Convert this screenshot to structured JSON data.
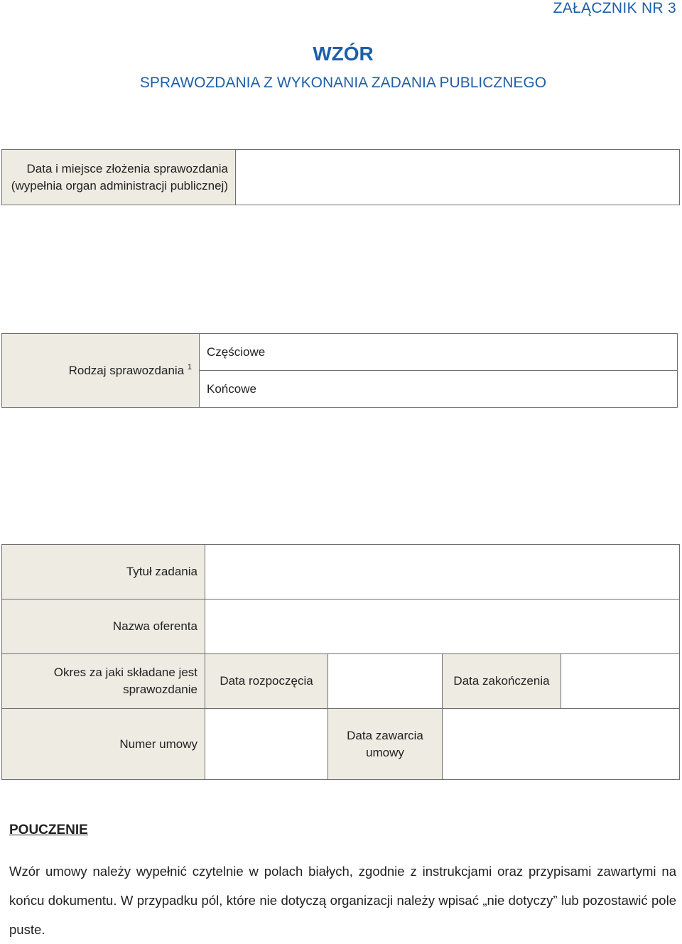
{
  "header": {
    "annex": "ZAŁĄCZNIK NR 3",
    "title": "WZÓR",
    "subtitle": "SPRAWOZDANIA Z WYKONANIA ZADANIA PUBLICZNEGO"
  },
  "submission": {
    "label": "Data i miejsce złożenia sprawozdania (wypełnia organ administracji publicznej)",
    "value": ""
  },
  "report_type": {
    "label": "Rodzaj sprawozdania",
    "footnote": "1",
    "options": [
      "Częściowe",
      "Końcowe"
    ]
  },
  "task": {
    "title_label": "Tytuł zadania",
    "title_value": "",
    "offeror_label": "Nazwa oferenta",
    "offeror_value": "",
    "period_label": "Okres za jaki składane jest sprawozdanie",
    "start_label": "Data rozpoczęcia",
    "start_value": "",
    "end_label": "Data zakończenia",
    "end_value": "",
    "contract_number_label": "Numer umowy",
    "contract_number_value": "",
    "contract_date_label": "Data zawarcia umowy",
    "contract_date_value": ""
  },
  "notice": {
    "heading": "POUCZENIE",
    "text": "Wzór umowy należy wypełnić czytelnie w polach białych, zgodnie z instrukcjami oraz przypisami zawartymi na końcu dokumentu. W przypadku pól, które nie dotyczą organizacji należy wpisać „nie dotyczy” lub pozostawić pole puste."
  }
}
